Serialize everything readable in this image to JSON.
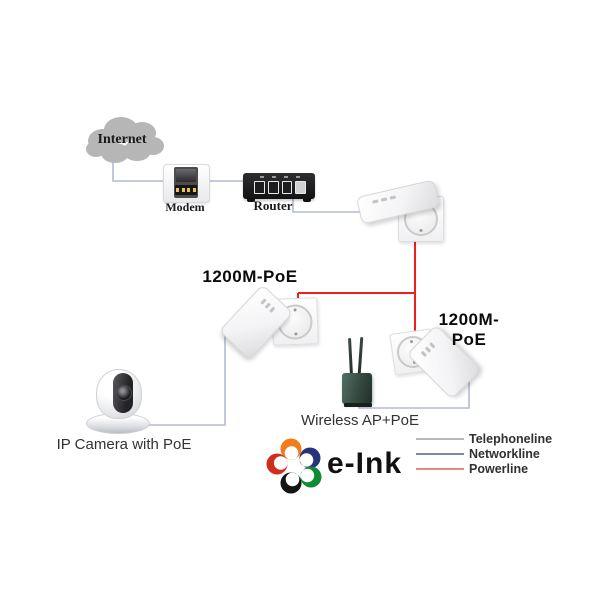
{
  "nodes": {
    "internet": "Internet",
    "modem": "Modem",
    "router": "Router",
    "adapter_mid": "1200M-PoE",
    "adapter_right": "1200M-PoE",
    "wireless_ap": "Wireless AP+PoE",
    "ip_camera": "IP Camera with PoE"
  },
  "logo": {
    "text": "e-Ink",
    "crescent_colors": [
      "#ef7d1a",
      "#26337c",
      "#cf2e1d",
      "#141414",
      "#108a36"
    ]
  },
  "legend": {
    "items": [
      {
        "label": "Telephoneline",
        "color": "#b9b9b9"
      },
      {
        "label": "Networkline",
        "color": "#7b85ad"
      },
      {
        "label": "Powerline",
        "color": "#e58585"
      }
    ]
  },
  "line_colors": {
    "network": "#b4bbd4",
    "power": "#f21d1d",
    "cloud": "#b6b6b6"
  }
}
